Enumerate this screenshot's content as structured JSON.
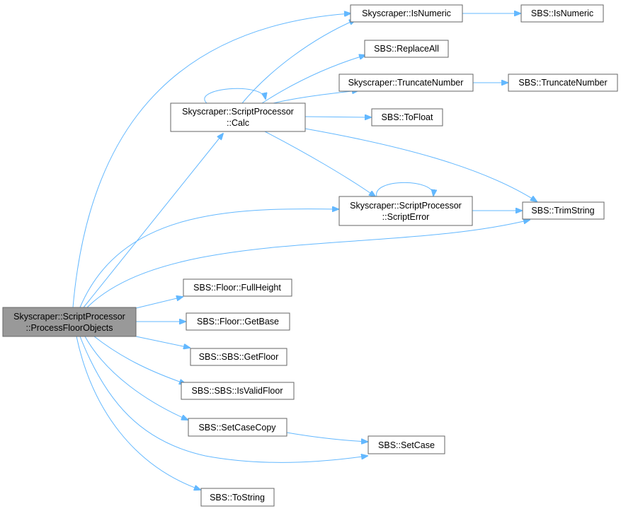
{
  "colors": {
    "edge": "#63b8ff",
    "node_border": "#666666",
    "root_fill": "#999999",
    "node_fill": "#ffffff"
  },
  "nodes": {
    "process_floor_objects": [
      "Skyscraper::ScriptProcessor",
      "::ProcessFloorObjects"
    ],
    "calc": [
      "Skyscraper::ScriptProcessor",
      "::Calc"
    ],
    "script_error": [
      "Skyscraper::ScriptProcessor",
      "::ScriptError"
    ],
    "sky_is_numeric": [
      "Skyscraper::IsNumeric"
    ],
    "sbs_is_numeric": [
      "SBS::IsNumeric"
    ],
    "replace_all": [
      "SBS::ReplaceAll"
    ],
    "sky_truncate_number": [
      "Skyscraper::TruncateNumber"
    ],
    "sbs_truncate_number": [
      "SBS::TruncateNumber"
    ],
    "to_float": [
      "SBS::ToFloat"
    ],
    "trim_string": [
      "SBS::TrimString"
    ],
    "floor_full_height": [
      "SBS::Floor::FullHeight"
    ],
    "floor_get_base": [
      "SBS::Floor::GetBase"
    ],
    "sbs_get_floor": [
      "SBS::SBS::GetFloor"
    ],
    "sbs_is_valid_floor": [
      "SBS::SBS::IsValidFloor"
    ],
    "set_case_copy": [
      "SBS::SetCaseCopy"
    ],
    "set_case": [
      "SBS::SetCase"
    ],
    "to_string": [
      "SBS::ToString"
    ]
  }
}
